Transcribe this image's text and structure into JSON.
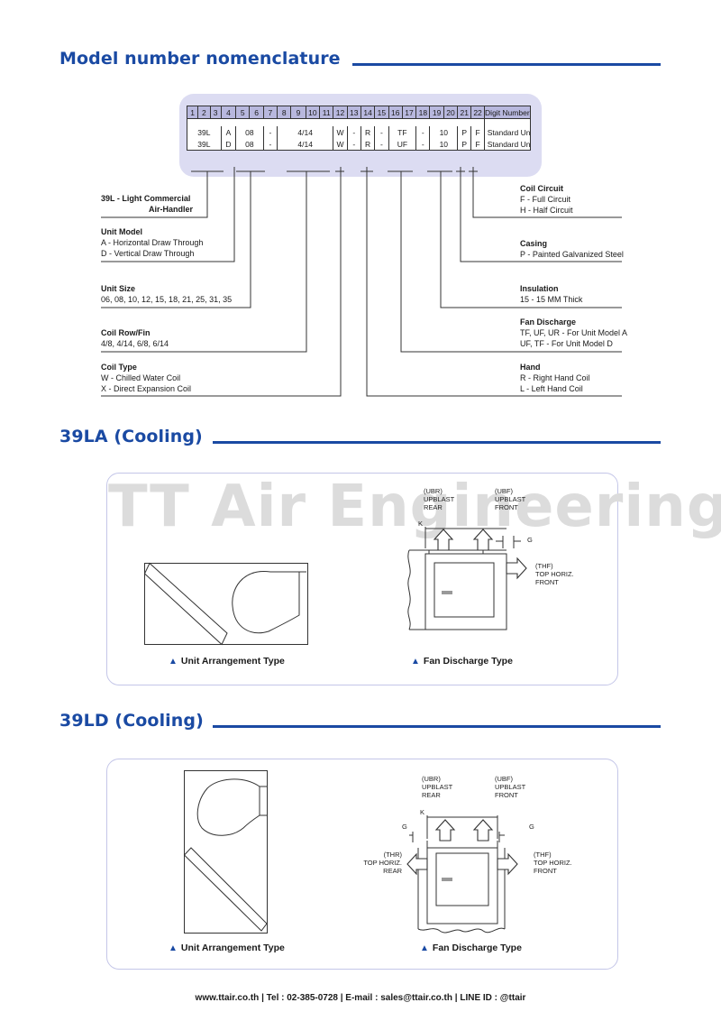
{
  "sections": {
    "nomenclature_title": "Model number nomenclature",
    "cooling_la_title": "39LA (Cooling)",
    "cooling_ld_title": "39LD (Cooling)"
  },
  "table": {
    "digits": [
      "1",
      "2",
      "3",
      "4",
      "5",
      "6",
      "7",
      "8",
      "9",
      "10",
      "11",
      "12",
      "13",
      "14",
      "15",
      "16",
      "17",
      "18",
      "19",
      "20",
      "21",
      "22"
    ],
    "digit_header": "Digit Number",
    "row1": {
      "series": "39L",
      "model": "A",
      "size": "08",
      "d1": "-",
      "rowfin": "4/14",
      "coil": "W",
      "d2": "-",
      "hand": "R",
      "d3": "-",
      "discharge": "TF",
      "d4": "-",
      "insulation": "10",
      "casing": "P",
      "circuit": "F",
      "desc": "Standard Unit"
    },
    "row2": {
      "series": "39L",
      "model": "D",
      "size": "08",
      "d1": "-",
      "rowfin": "4/14",
      "coil": "W",
      "d2": "-",
      "hand": "R",
      "d3": "-",
      "discharge": "UF",
      "d4": "-",
      "insulation": "10",
      "casing": "P",
      "circuit": "F",
      "desc": "Standard Unit"
    }
  },
  "legend_left": {
    "series": {
      "title": "39L -  Light Commercial",
      "line2": "Air-Handler"
    },
    "unit_model": {
      "title": "Unit Model",
      "line1": "A - Horizontal Draw Through",
      "line2": "D - Vertical Draw Through"
    },
    "unit_size": {
      "title": "Unit Size",
      "line1": "06, 08, 10, 12, 15, 18, 21, 25, 31, 35"
    },
    "coil_rowfin": {
      "title": "Coil Row/Fin",
      "line1": "4/8, 4/14, 6/8, 6/14"
    },
    "coil_type": {
      "title": "Coil Type",
      "line1": "W - Chilled Water Coil",
      "line2": "X  - Direct Expansion Coil"
    }
  },
  "legend_right": {
    "coil_circuit": {
      "title": "Coil Circuit",
      "line1": "F - Full Circuit",
      "line2": "H - Half Circuit"
    },
    "casing": {
      "title": "Casing",
      "line1": "P - Painted Galvanized Steel"
    },
    "insulation": {
      "title": "Insulation",
      "line1": "15 - 15 MM Thick"
    },
    "fan_discharge": {
      "title": "Fan Discharge",
      "line1": "TF, UF, UR - For Unit Model A",
      "line2": "UF, TF       - For Unit Model D"
    },
    "hand": {
      "title": "Hand",
      "line1": "R - Right Hand Coil",
      "line2": "L - Left Hand Coil"
    }
  },
  "la": {
    "watermark": "TT Air Engineering",
    "ubr": [
      "(UBR)",
      "UPBLAST",
      "REAR"
    ],
    "ubf": [
      "(UBF)",
      "UPBLAST",
      "FRONT"
    ],
    "thf": [
      "(THF)",
      "TOP HORIZ.",
      "FRONT"
    ],
    "k": "K",
    "g": "G",
    "caption_left": "Unit Arrangement Type",
    "caption_right": "Fan Discharge Type",
    "triangle": "▲"
  },
  "ld": {
    "ubr": [
      "(UBR)",
      "UPBLAST",
      "REAR"
    ],
    "ubf": [
      "(UBF)",
      "UPBLAST",
      "FRONT"
    ],
    "thr": [
      "(THR)",
      "TOP HORIZ.",
      "REAR"
    ],
    "thf": [
      "(THF)",
      "TOP HORIZ.",
      "FRONT"
    ],
    "k": "K",
    "g": "G",
    "caption_left": "Unit Arrangement Type",
    "caption_right": "Fan Discharge Type",
    "triangle": "▲"
  },
  "footer": "www.ttair.co.th | Tel : 02-385-0728 | E-mail : sales@ttair.co.th | LINE ID : @ttair",
  "colors": {
    "accent": "#1a4aa3",
    "table_header": "#b8b8de",
    "table_bg": "#dcdcf2",
    "panel_border": "#c4c6e8"
  }
}
